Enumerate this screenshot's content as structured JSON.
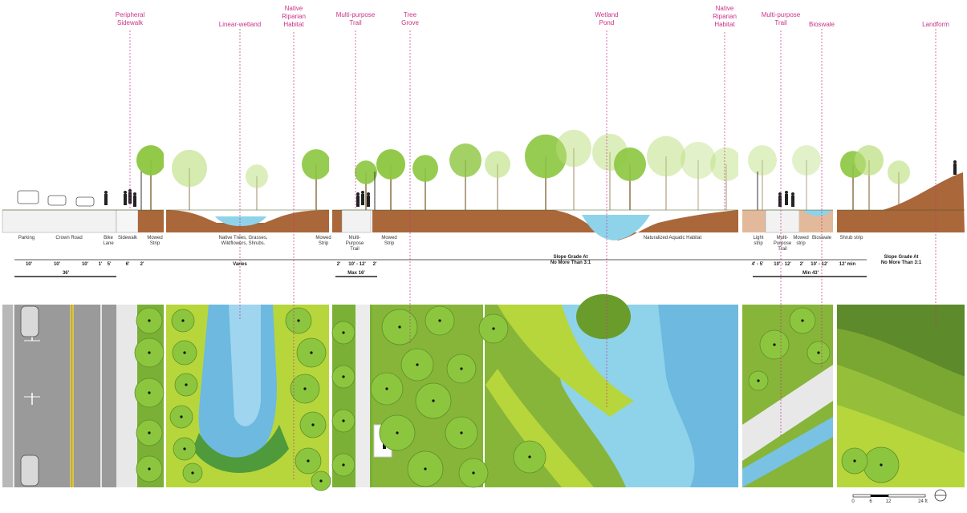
{
  "colors": {
    "callout": "#c8328a",
    "soil": "#a9673a",
    "water": "#8ed3ea",
    "tree_light": "#b9dd7a",
    "tree_mid": "#8cc63f",
    "grass": "#9cc43a",
    "road": "#9a9a9a"
  },
  "callouts": [
    {
      "id": "peripheral-sidewalk",
      "text": "Peripheral\nSidewalk"
    },
    {
      "id": "linear-wetland",
      "text": "Linear-wetland"
    },
    {
      "id": "native-riparian-1",
      "text": "Native\nRiparian\nHabitat"
    },
    {
      "id": "multipurpose-trail-1",
      "text": "Multi-purpose\nTrail"
    },
    {
      "id": "tree-grove",
      "text": "Tree\nGrove"
    },
    {
      "id": "wetland-pond",
      "text": "Wetland\nPond"
    },
    {
      "id": "native-riparian-2",
      "text": "Native\nRiparian\nHabitat"
    },
    {
      "id": "multipurpose-trail-2",
      "text": "Multi-purpose\nTrail"
    },
    {
      "id": "bioswale",
      "text": "Bioswale"
    },
    {
      "id": "landform",
      "text": "Landform"
    }
  ],
  "zone_labels": [
    "Parking",
    "Crown Road",
    "Bike\nLane",
    "Sidewalk",
    "Mowed\nStrip",
    "Native Trees, Grasses,\nWildflowers, Shrubs.",
    "Mowed\nStrip",
    "Multi-\nPurpose\nTrail",
    "Mowed\nStrip",
    "Naturalized Aquatic Habitat",
    "Light\nstrip",
    "Multi-\nPurpose\nTrail",
    "Mowed\nstrip",
    "Bioswale",
    "Shrub strip"
  ],
  "dimensions": [
    "10'",
    "10'",
    "10'",
    "1'",
    "5'",
    "6'",
    "2'",
    "Varies",
    "2'",
    "10' - 12'",
    "2'",
    "Slope Grade At\nNo More Than 3:1",
    "4' - 5'",
    "10' - 12'",
    "2'",
    "10' - 12'",
    "12' min",
    "Slope Grade At\nNo More Than 3:1"
  ],
  "totals": [
    "36'",
    "Max 16'",
    "Min 43'"
  ],
  "scale_bar": {
    "ticks": [
      "0",
      "6",
      "12",
      "24 ft"
    ]
  }
}
